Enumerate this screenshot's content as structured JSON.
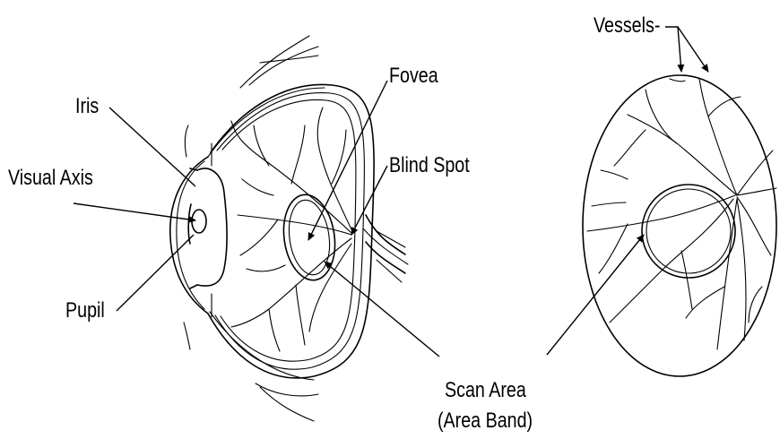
{
  "labels": {
    "iris": "Iris",
    "visual_axis": "Visual Axis",
    "pupil": "Pupil",
    "fovea": "Fovea",
    "blind_spot": "Blind Spot",
    "scan_area": "Scan Area",
    "area_band": "(Area Band)",
    "vessels": "Vessels-"
  },
  "colors": {
    "ink": "#000000",
    "background": "#ffffff"
  }
}
